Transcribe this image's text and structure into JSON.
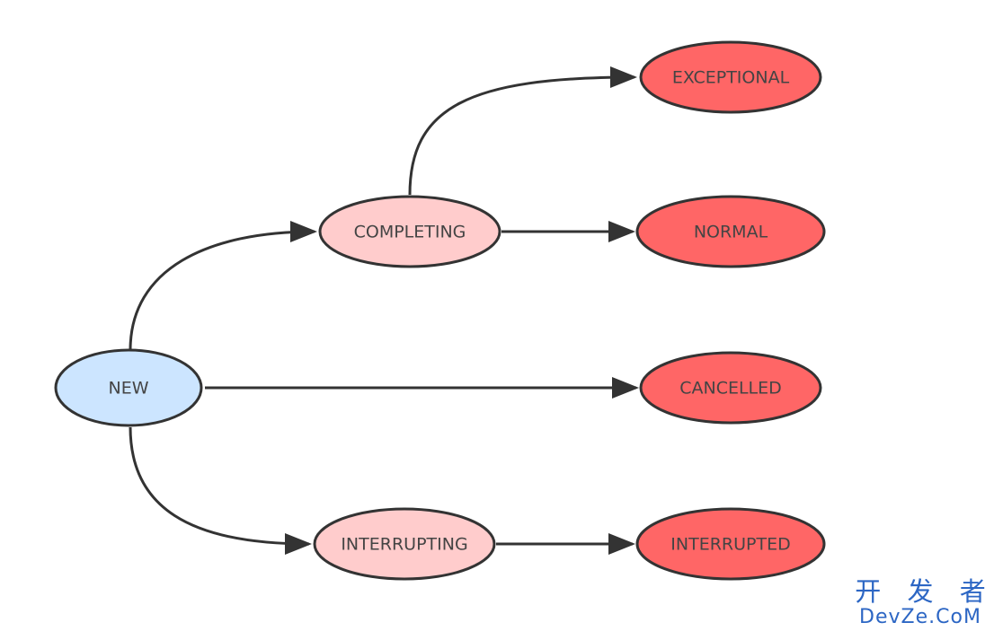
{
  "diagram": {
    "nodes": {
      "new": {
        "label": "NEW",
        "state_group": "initial"
      },
      "completing": {
        "label": "COMPLETING",
        "state_group": "intermediate"
      },
      "interrupting": {
        "label": "INTERRUPTING",
        "state_group": "intermediate"
      },
      "exceptional": {
        "label": "EXCEPTIONAL",
        "state_group": "final"
      },
      "normal": {
        "label": "NORMAL",
        "state_group": "final"
      },
      "cancelled": {
        "label": "CANCELLED",
        "state_group": "final"
      },
      "interrupted": {
        "label": "INTERRUPTED",
        "state_group": "final"
      }
    },
    "edges": [
      {
        "from": "new",
        "to": "completing"
      },
      {
        "from": "new",
        "to": "cancelled"
      },
      {
        "from": "new",
        "to": "interrupting"
      },
      {
        "from": "completing",
        "to": "exceptional"
      },
      {
        "from": "completing",
        "to": "normal"
      },
      {
        "from": "interrupting",
        "to": "interrupted"
      }
    ],
    "colors": {
      "initial_fill": "#cce5ff",
      "intermediate_fill": "#ffcccc",
      "final_fill": "#ff6666",
      "stroke": "#333333",
      "label": "#444444"
    }
  },
  "watermark": {
    "line1": "开 发 者",
    "line2": "DevZe.CoM",
    "color": "#2c66c4"
  }
}
